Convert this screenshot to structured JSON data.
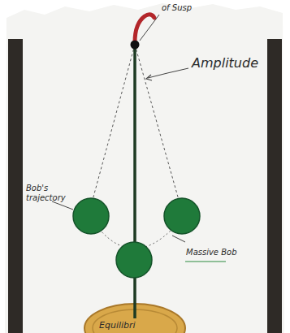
{
  "diagram": {
    "labels": [
      "of Susp",
      "Amplitude",
      "Bob's trajectory",
      "Massive Bob",
      "Equilibri"
    ]
  }
}
